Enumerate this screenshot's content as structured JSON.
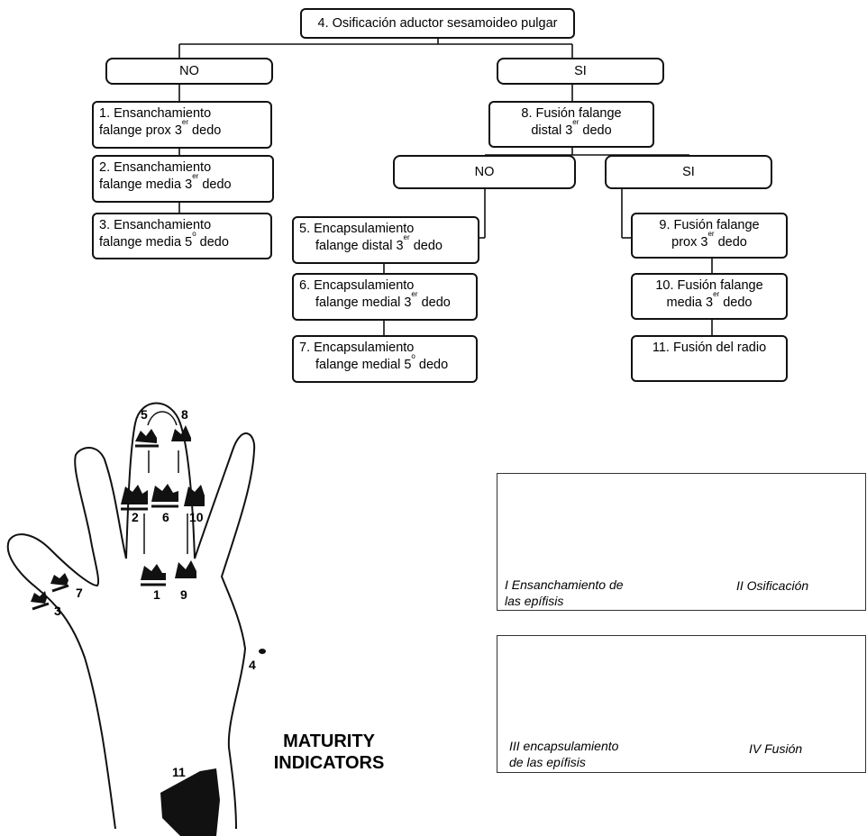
{
  "flowchart": {
    "root": "4. Osificación aductor sesamoideo pulgar",
    "no_left": "NO",
    "si_right": "SI",
    "n1": [
      "1. Ensanchamiento",
      "falange prox 3",
      "er",
      " dedo"
    ],
    "n2": [
      "2. Ensanchamiento",
      "falange media 3",
      "er",
      " dedo"
    ],
    "n3": [
      "3. Ensanchamiento",
      "falange media 5",
      "o",
      " dedo"
    ],
    "n8": [
      "8. Fusión falange",
      "distal 3",
      "er",
      " dedo"
    ],
    "no_mid": "NO",
    "si_mid": "SI",
    "n5": [
      "5. Encapsulamiento",
      "falange distal 3",
      "er",
      " dedo"
    ],
    "n6": [
      "6. Encapsulamiento",
      "falange medial 3",
      "er",
      " dedo"
    ],
    "n7": [
      "7. Encapsulamiento",
      "falange medial 5",
      "o",
      " dedo"
    ],
    "n9": [
      "9. Fusión falange",
      "prox 3",
      "er",
      " dedo"
    ],
    "n10": [
      "10. Fusión falange",
      "media 3",
      "er",
      " dedo"
    ],
    "n11": "11. Fusión del radio"
  },
  "hand": {
    "title_line1": "MATURITY",
    "title_line2": "INDICATORS",
    "labels": {
      "l1": "1",
      "l2": "2",
      "l3": "3",
      "l4": "4",
      "l5": "5",
      "l6": "6",
      "l7": "7",
      "l8": "8",
      "l9": "9",
      "l10": "10",
      "l11": "11"
    }
  },
  "stages": {
    "s1_line1": "I Ensanchamiento de",
    "s1_line2": "las epífisis",
    "s2": "II Osificación",
    "s3_line1": "III encapsulamiento",
    "s3_line2": "de las epífisis",
    "s4": "IV Fusión"
  }
}
